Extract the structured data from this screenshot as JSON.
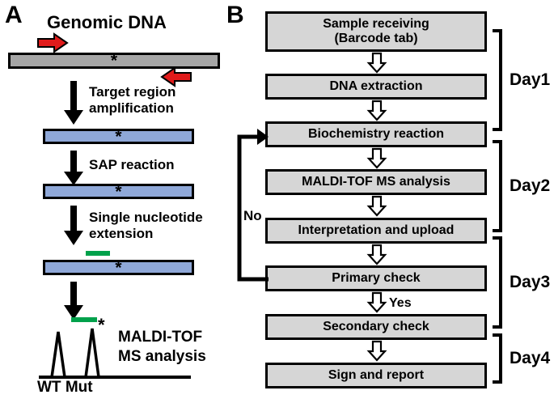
{
  "figure": {
    "panels": [
      {
        "id": "A",
        "letter": "A"
      },
      {
        "id": "B",
        "letter": "B"
      }
    ]
  },
  "panel_a": {
    "letter": "A",
    "title": "Genomic DNA",
    "marker_symbol": "*",
    "steps": [
      {
        "id": "target-amplification",
        "label_line1": "Target region",
        "label_line2": "amplification"
      },
      {
        "id": "sap-reaction",
        "label_line1": "SAP reaction",
        "label_line2": ""
      },
      {
        "id": "single-nucleotide-extension",
        "label_line1": "Single nucleotide",
        "label_line2": "extension"
      }
    ],
    "templates": [
      {
        "id": "genomic-dna-template",
        "color": "#A6A6A6",
        "name": "genomic DNA"
      },
      {
        "id": "amplicon-1",
        "color": "#8FA8D8",
        "name": "amplicon after PCR"
      },
      {
        "id": "amplicon-2",
        "color": "#8FA8D8",
        "name": "amplicon after SAP"
      },
      {
        "id": "amplicon-3",
        "color": "#8FA8D8",
        "name": "amplicon with extension probe"
      }
    ],
    "primers": [
      {
        "id": "forward-primer",
        "color": "#E01B1B",
        "direction": "right"
      },
      {
        "id": "reverse-primer",
        "color": "#E01B1B",
        "direction": "left"
      }
    ],
    "extension_probe": {
      "id": "extension-probe",
      "color": "#00A14B"
    },
    "readout": {
      "title_line1": "MALDI-TOF",
      "title_line2": "MS analysis",
      "axis_label": "WT Mut",
      "peaks": [
        {
          "name": "WT",
          "x_frac": 0.13,
          "height_frac": 0.72
        },
        {
          "name": "Mut",
          "x_frac": 0.35,
          "height_frac": 0.8
        }
      ]
    }
  },
  "panel_b": {
    "letter": "B",
    "steps": [
      {
        "id": "sample-receiving",
        "line1": "Sample receiving",
        "line2": "(Barcode tab)"
      },
      {
        "id": "dna-extraction",
        "line1": "DNA extraction",
        "line2": ""
      },
      {
        "id": "biochemistry-reaction",
        "line1": "Biochemistry reaction",
        "line2": ""
      },
      {
        "id": "maldi-tof-ms-analysis",
        "line1": "MALDI-TOF MS analysis",
        "line2": ""
      },
      {
        "id": "interpretation-and-upload",
        "line1": "Interpretation and upload",
        "line2": ""
      },
      {
        "id": "primary-check",
        "line1": "Primary check",
        "line2": ""
      },
      {
        "id": "secondary-check",
        "line1": "Secondary check",
        "line2": ""
      },
      {
        "id": "sign-and-report",
        "line1": "Sign and report",
        "line2": ""
      }
    ],
    "decision_labels": {
      "no": "No",
      "yes": "Yes"
    },
    "day_brackets": [
      {
        "id": "day1",
        "label": "Day1"
      },
      {
        "id": "day2",
        "label": "Day2"
      },
      {
        "id": "day3",
        "label": "Day3"
      },
      {
        "id": "day4",
        "label": "Day4"
      }
    ],
    "colors": {
      "box_fill": "#D6D6D6",
      "box_border": "#000000",
      "arrow_fill": "#FFFFFF",
      "arrow_stroke": "#000000"
    }
  }
}
